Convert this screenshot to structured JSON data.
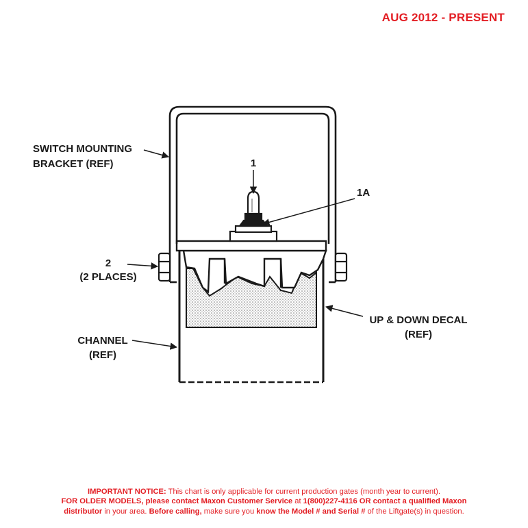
{
  "header": {
    "date_range": "AUG 2012 - PRESENT"
  },
  "callouts": {
    "switch_bracket_line1": "SWITCH MOUNTING",
    "switch_bracket_line2": "BRACKET (REF)",
    "item_1": "1",
    "item_1a": "1A",
    "item_2": "2",
    "item_2_places": "(2 PLACES)",
    "decal_line1": "UP & DOWN DECAL",
    "decal_line2": "(REF)",
    "channel_line1": "CHANNEL",
    "channel_line2": "(REF)"
  },
  "notice": {
    "l1_b1": "IMPORTANT NOTICE:",
    "l1_t1": " This chart is only applicable for current production gates (month year to current).",
    "l2_b1": "FOR OLDER MODELS, please contact Maxon Customer Service",
    "l2_t1": " at ",
    "l2_b2": "1(800)227-4116 OR contact a qualified Maxon",
    "l3_b1": "distributor",
    "l3_t1": " in your area. ",
    "l3_b2": "Before calling,",
    "l3_t2": " make sure you ",
    "l3_b3": "know the Model # and Serial #",
    "l3_t3": " of the Liftgate(s) in question."
  }
}
